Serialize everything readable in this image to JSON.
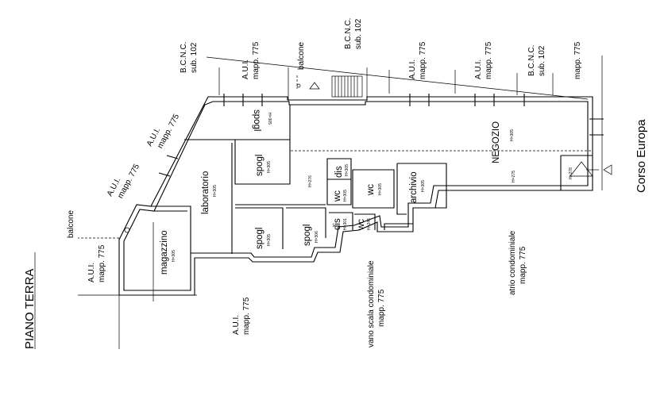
{
  "title": "PIANO TERRA",
  "street": "Corso Europa",
  "neighbors": {
    "bcnc_102_a": [
      "B.C.N.C.",
      "sub. 102"
    ],
    "aui_775_top1": [
      "A.U.I.",
      "mapp. 775"
    ],
    "balcone_top": "balcone",
    "bcnc_102_b": [
      "B.C.N.C.",
      "sub. 102"
    ],
    "aui_775_top2": [
      "A.U.I.",
      "mapp. 775"
    ],
    "aui_775_top3": [
      "A.U.I.",
      "mapp. 775"
    ],
    "bcnc_102_c": [
      "B.C.N.C.",
      "sub. 102"
    ],
    "mapp_775_right": "mapp. 775",
    "aui_775_diag1": [
      "A.U.I.",
      "mapp. 775"
    ],
    "aui_775_diag2": [
      "A.U.I.",
      "mapp. 775"
    ],
    "balcone_left": "balcone",
    "aui_775_left": [
      "A.U.I.",
      "mapp. 775"
    ],
    "aui_775_bottom": [
      "A.U.I.",
      "mapp. 775"
    ],
    "vano_scala": [
      "vano scala condominiale",
      "mapp. 775"
    ],
    "atrio": [
      "atrio condominiale",
      "mapp. 775"
    ]
  },
  "rooms": {
    "spogl_top": {
      "name": "spogl",
      "h": "H=305"
    },
    "spogl_mid": {
      "name": "spogl",
      "h": "H=305"
    },
    "laboratorio": {
      "name": "laboratorio",
      "h": "H=305"
    },
    "corridor": {
      "h": "H=276"
    },
    "dis_a": {
      "name": "dis",
      "h": "H=305"
    },
    "wc_a": {
      "name": "wc",
      "h": "H=305"
    },
    "wc_b": {
      "name": "wc",
      "h": "H=305"
    },
    "archivio": {
      "name": "archivio",
      "h": "H=305"
    },
    "negozio": {
      "name": "NEGOZIO",
      "h1": "H=305",
      "h2": "H=275"
    },
    "entry": {
      "h": "H=278"
    },
    "magazzino": {
      "name": "magazzino",
      "h": "H=305"
    },
    "spogl_bl": {
      "name": "spogl",
      "h": "H=305"
    },
    "spogl_bm": {
      "name": "spogl",
      "h": "H=306"
    },
    "dis_b": {
      "name": "dis",
      "h": "H=301"
    },
    "wc_c": {
      "name": "wc",
      "h": "H=246"
    }
  }
}
